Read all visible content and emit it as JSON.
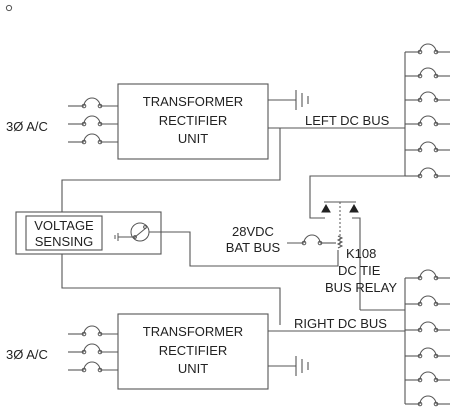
{
  "diagram": {
    "upper_tru": {
      "lines": [
        "TRANSFORMER",
        "RECTIFIER",
        "UNIT"
      ]
    },
    "lower_tru": {
      "lines": [
        "TRANSFORMER",
        "RECTIFIER",
        "UNIT"
      ]
    },
    "upper_ac_label": "3Ø A/C",
    "lower_ac_label": "3Ø A/C",
    "left_bus_label": "LEFT DC BUS",
    "right_bus_label": "RIGHT DC BUS",
    "voltage_sensing": {
      "lines": [
        "VOLTAGE",
        "SENSING"
      ]
    },
    "bat_bus": {
      "lines": [
        "28VDC",
        "BAT BUS"
      ]
    },
    "relay_id": "K108",
    "relay_name": {
      "lines": [
        "DC TIE",
        "BUS RELAY"
      ]
    },
    "colors": {
      "line": "#555555",
      "text": "#222222",
      "background": "#ffffff"
    }
  }
}
